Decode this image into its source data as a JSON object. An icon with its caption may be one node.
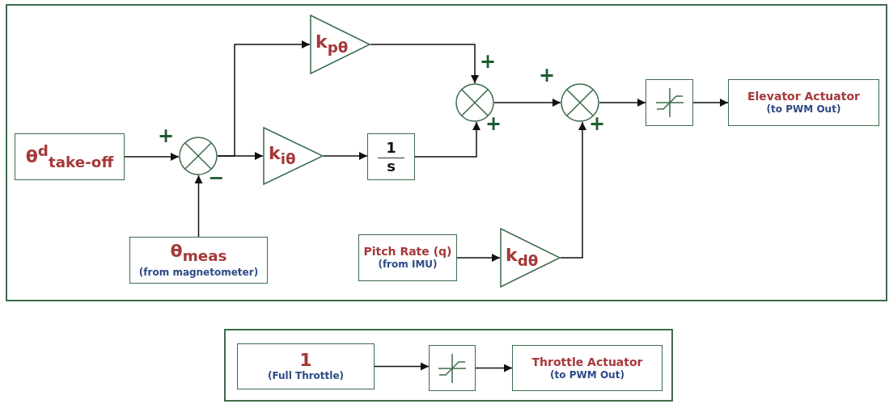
{
  "diagram": {
    "nodes": [
      {
        "text": [],
        "shape": "box"
      },
      {
        "text": [
          "θ$^{d}$$_{take-off}$"
        ],
        "in": 0
      },
      {
        "text": [],
        "shape": "circle",
        "in": 0
      },
      {
        "text": [
          "θ$_{meas}$",
          "(from magnetometer)"
        ],
        "in": 0
      },
      {
        "text": [
          "k$_{pθ}$"
        ],
        "in": 0
      },
      {
        "text": [
          "k$_{iθ}$"
        ],
        "in": 0
      },
      {
        "text": [
          "1",
          "s"
        ],
        "in": 0
      },
      {
        "text": [],
        "shape": "circle",
        "in": 0
      },
      {
        "text": [],
        "shape": "circle",
        "in": 0
      },
      {
        "text": [],
        "shape": "box",
        "in": 0
      },
      {
        "text": [
          "Elevator Actuator",
          "(to PWM Out)"
        ],
        "in": 0
      },
      {
        "text": [
          "Pitch Rate (q)",
          "(from IMU)"
        ],
        "in": 0
      },
      {
        "text": [
          "k$_{dθ}$"
        ],
        "in": 0
      },
      {
        "text": [],
        "shape": "box"
      },
      {
        "text": [
          "1",
          "(Full Throttle)"
        ],
        "in": 13
      },
      {
        "text": [],
        "shape": "box",
        "in": 13
      },
      {
        "text": [
          "Throttle Actuator",
          "(to PWM Out)"
        ],
        "in": 13
      }
    ],
    "edges": [
      {
        "from": 1,
        "to": 2,
        "arrow": "to"
      },
      {
        "from": 3,
        "to": 2,
        "arrow": "to"
      },
      {
        "from": 2,
        "to": 4,
        "arrow": "to"
      },
      {
        "from": 2,
        "to": 5,
        "arrow": "to"
      },
      {
        "from": 5,
        "to": 6,
        "arrow": "to"
      },
      {
        "from": 4,
        "to": 7,
        "arrow": "to"
      },
      {
        "from": 6,
        "to": 7,
        "arrow": "to"
      },
      {
        "from": 7,
        "to": 8,
        "arrow": "to"
      },
      {
        "from": 12,
        "to": 8,
        "arrow": "to"
      },
      {
        "from": 8,
        "to": 9,
        "arrow": "to"
      },
      {
        "from": 9,
        "to": 10,
        "arrow": "to"
      },
      {
        "from": 11,
        "to": 12,
        "arrow": "to"
      },
      {
        "from": 14,
        "to": 15,
        "arrow": "to"
      },
      {
        "from": 15,
        "to": 16,
        "arrow": "to"
      }
    ],
    "labels": [
      "+",
      "+",
      "+",
      "+",
      "+",
      "−"
    ]
  }
}
